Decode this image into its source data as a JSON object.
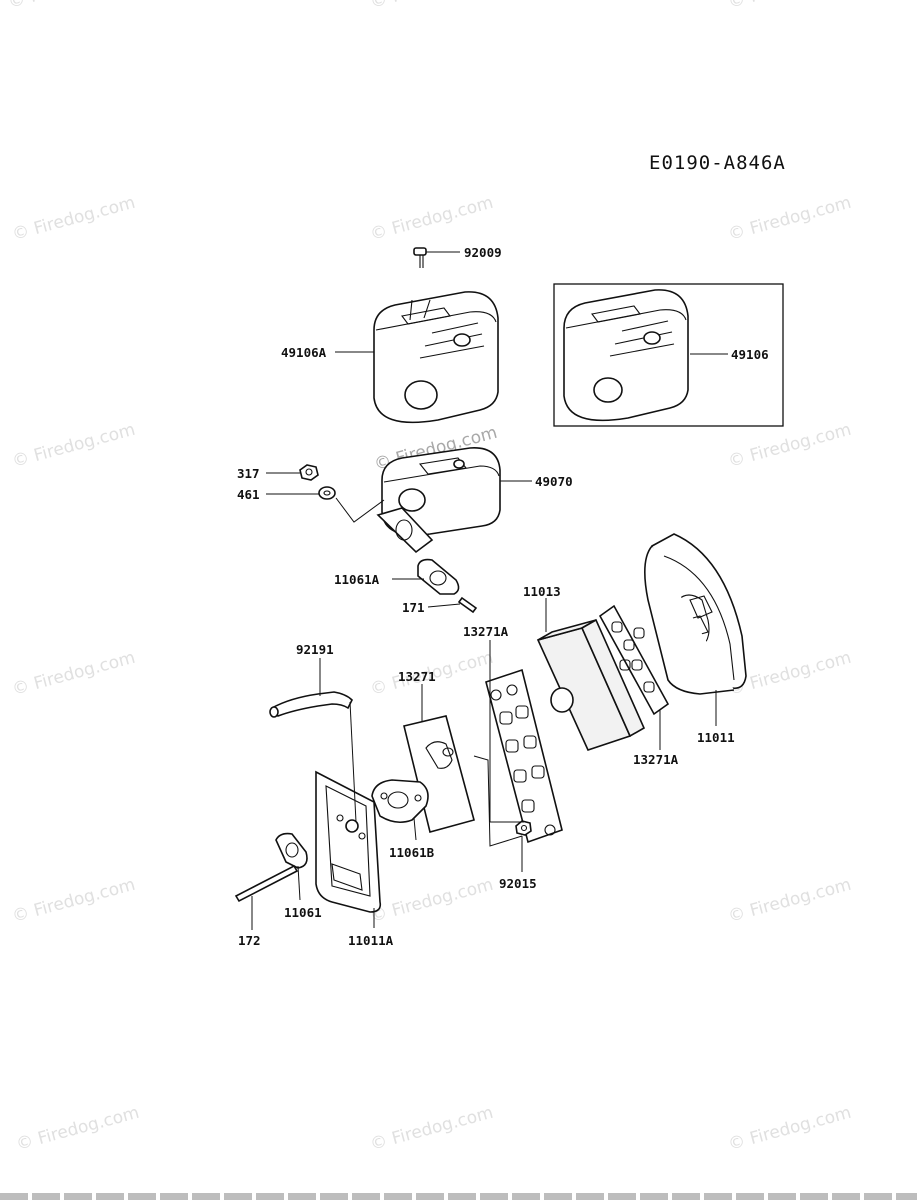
{
  "diagram": {
    "code": "E0190-A846A",
    "watermark": "© Firedog.com",
    "parts": {
      "p92009": "92009",
      "p49106A": "49106A",
      "p49106": "49106",
      "p317": "317",
      "p461": "461",
      "p49070": "49070",
      "p11061A": "11061A",
      "p171": "171",
      "p11013": "11013",
      "p13271A_left": "13271A",
      "p92191": "92191",
      "p13271": "13271",
      "p11011": "11011",
      "p13271A_right": "13271A",
      "p11061B": "11061B",
      "p92015": "92015",
      "p11061": "11061",
      "p11011A": "11011A",
      "p172": "172"
    }
  }
}
